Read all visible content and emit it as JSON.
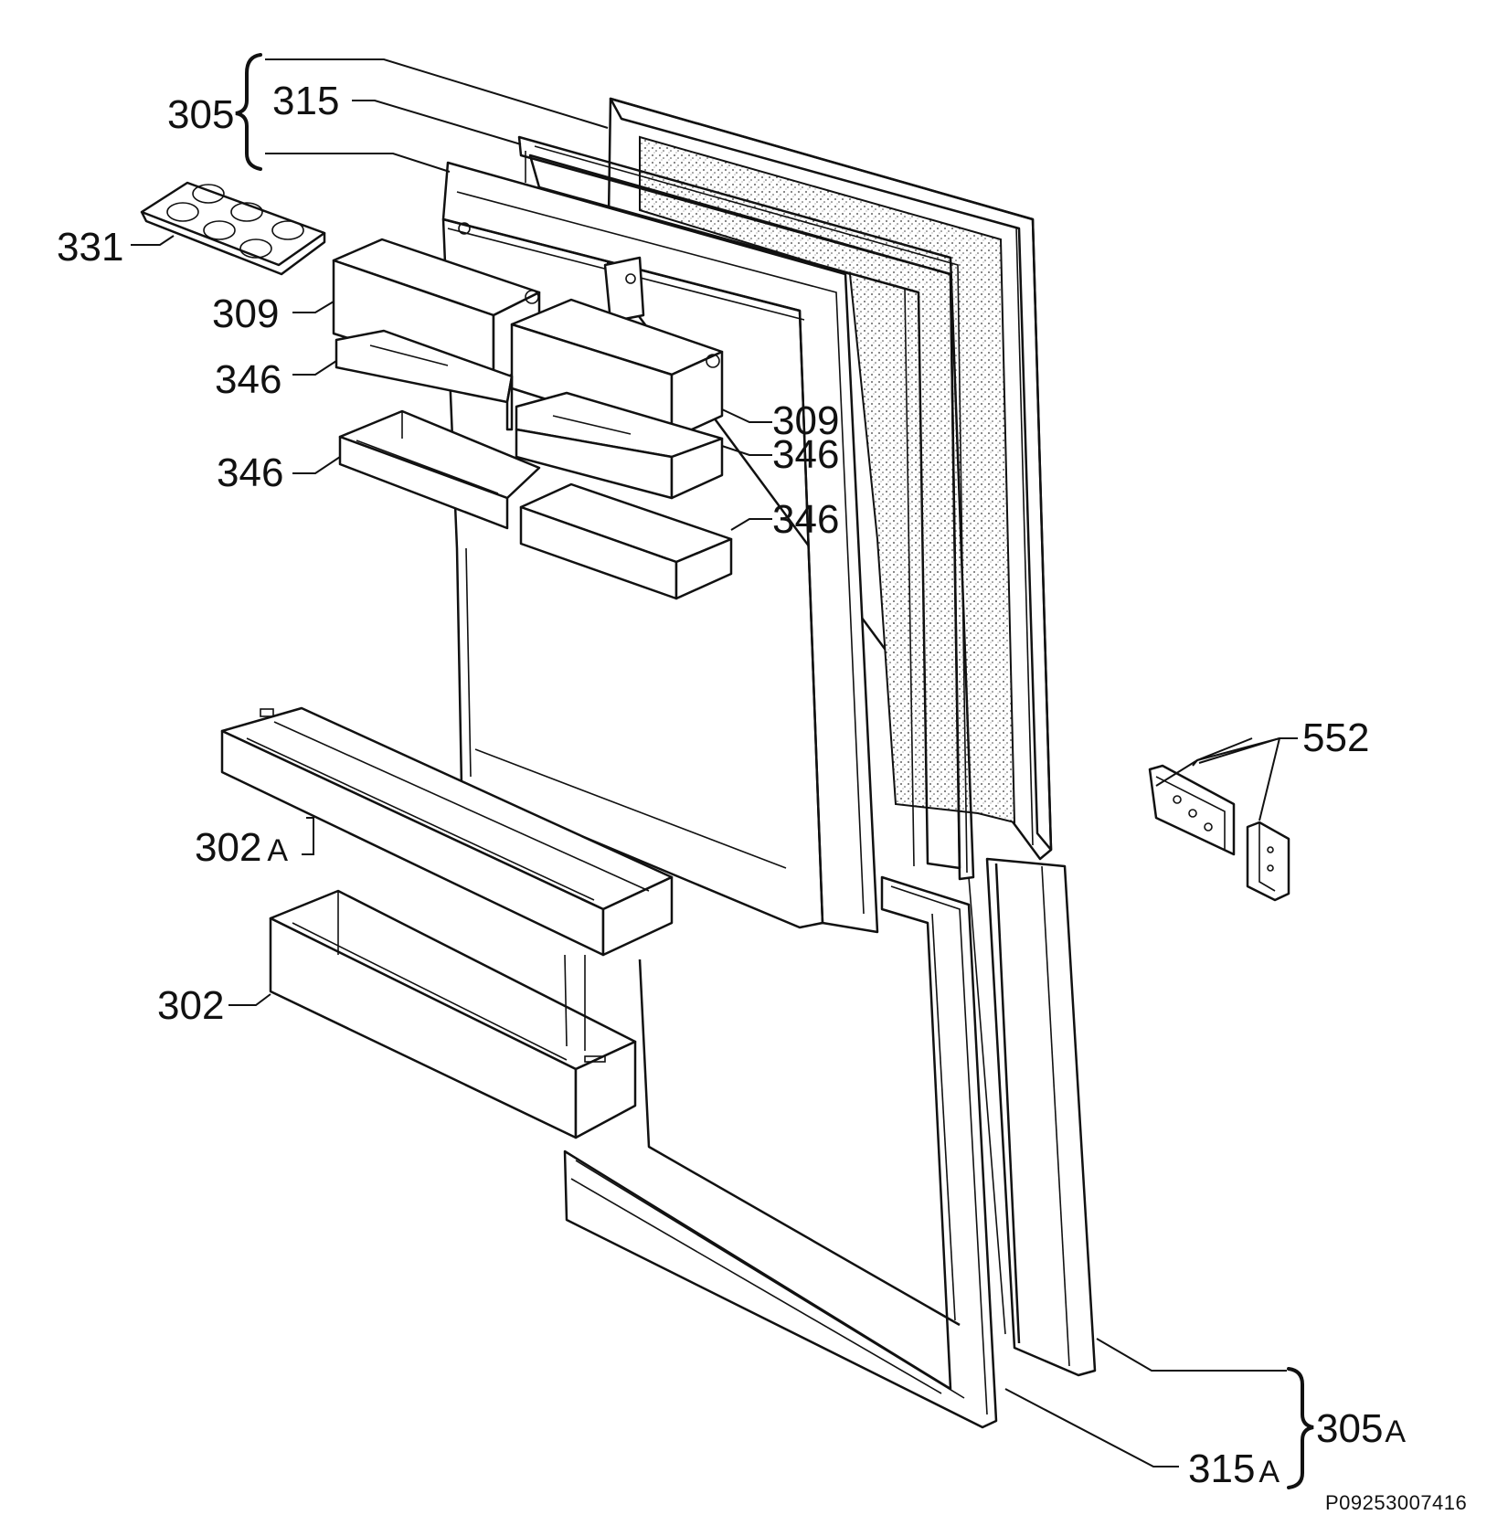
{
  "labels": {
    "l305": "305",
    "l315": "315",
    "l331": "331",
    "l309a": "309",
    "l346a": "346",
    "l346b": "346",
    "l309b": "309",
    "l346c": "346",
    "l346d": "346",
    "l552": "552",
    "l302a": "302",
    "l302a_suffix": "A",
    "l302": "302",
    "l305a": "305",
    "l305a_suffix": "A",
    "l315a": "315",
    "l315a_suffix": "A"
  },
  "drawing_code": "P09253007416"
}
